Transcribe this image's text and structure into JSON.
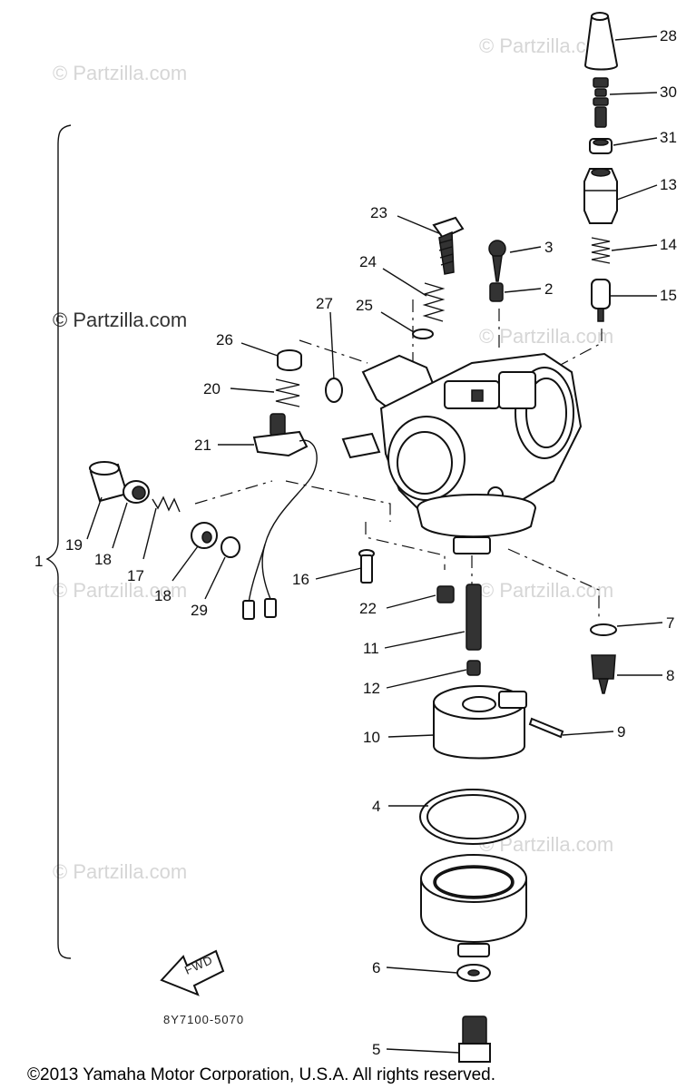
{
  "watermarks": {
    "faded": "© Partzilla.com",
    "dark": "© Partzilla.com"
  },
  "callouts": [
    "28",
    "30",
    "31",
    "13",
    "14",
    "15",
    "23",
    "3",
    "2",
    "24",
    "25",
    "27",
    "26",
    "20",
    "21",
    "19",
    "18",
    "17",
    "18",
    "29",
    "16",
    "22",
    "11",
    "12",
    "10",
    "9",
    "7",
    "8",
    "4",
    "6",
    "5",
    "1"
  ],
  "fwd_label": "FWD",
  "drawing_code": "8Y7100-5070",
  "copyright": "©2013 Yamaha Motor Corporation, U.S.A. All rights reserved."
}
